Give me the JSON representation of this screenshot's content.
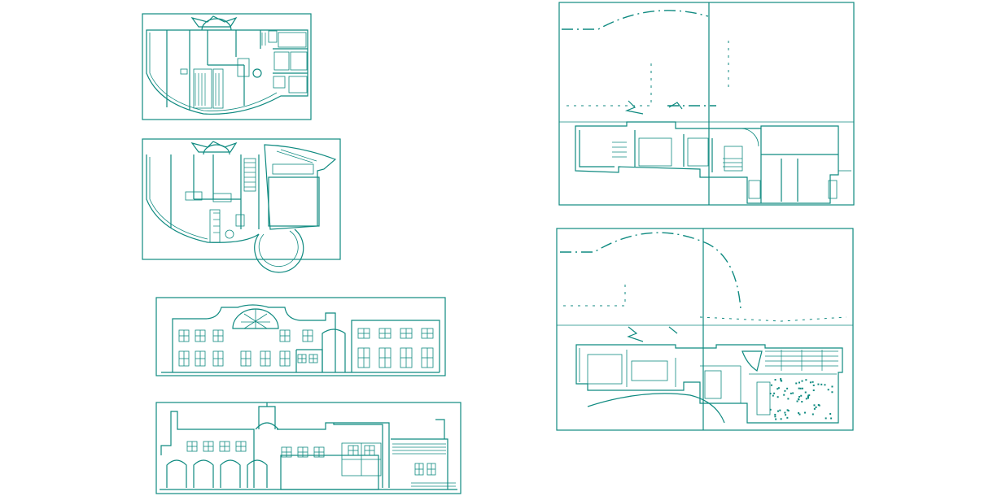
{
  "drawing": {
    "ink_color": "#0f8a80",
    "background": "#ffffff",
    "sheets": [
      {
        "id": "plan-ground-small",
        "kind": "floor-plan"
      },
      {
        "id": "plan-upper-small",
        "kind": "floor-plan"
      },
      {
        "id": "elevation-front",
        "kind": "elevation"
      },
      {
        "id": "elevation-side",
        "kind": "elevation"
      },
      {
        "id": "site-plan-upper",
        "kind": "site-plan"
      },
      {
        "id": "site-plan-lower",
        "kind": "site-plan"
      }
    ]
  }
}
